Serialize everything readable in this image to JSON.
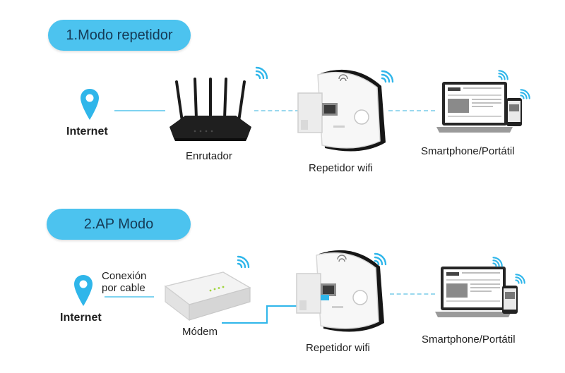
{
  "sections": [
    {
      "title": "1.Modo repetidor",
      "labels": {
        "source": "Internet",
        "router": "Enrutador",
        "repeater": "Repetidor wifi",
        "clients": "Smartphone/Portátil"
      }
    },
    {
      "title": "2.AP Modo",
      "labels": {
        "source": "Internet",
        "cable": "Conexión\npor cable",
        "modem": "Módem",
        "repeater": "Repetidor wifi",
        "clients": "Smartphone/Portátil"
      }
    }
  ],
  "colors": {
    "pill": "#4cc3ef",
    "pin": "#2fb6ea",
    "link": "#7fd3f0",
    "wifi": "#2fb6ea"
  }
}
